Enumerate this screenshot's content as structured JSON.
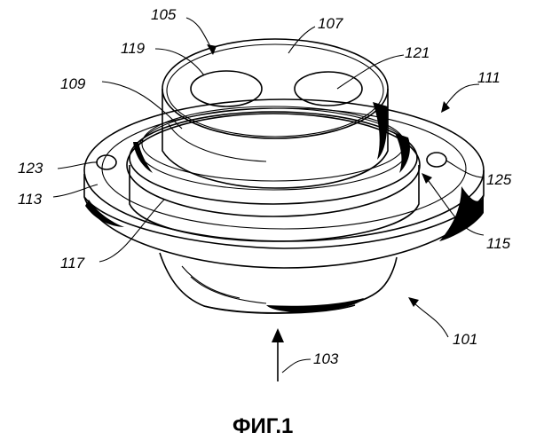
{
  "figure": {
    "caption": "ФИГ.1",
    "labels": {
      "l101": "101",
      "l103": "103",
      "l105": "105",
      "l107": "107",
      "l109": "109",
      "l111": "111",
      "l113": "113",
      "l115": "115",
      "l117": "117",
      "l119": "119",
      "l121": "121",
      "l123": "123",
      "l125": "125"
    }
  }
}
